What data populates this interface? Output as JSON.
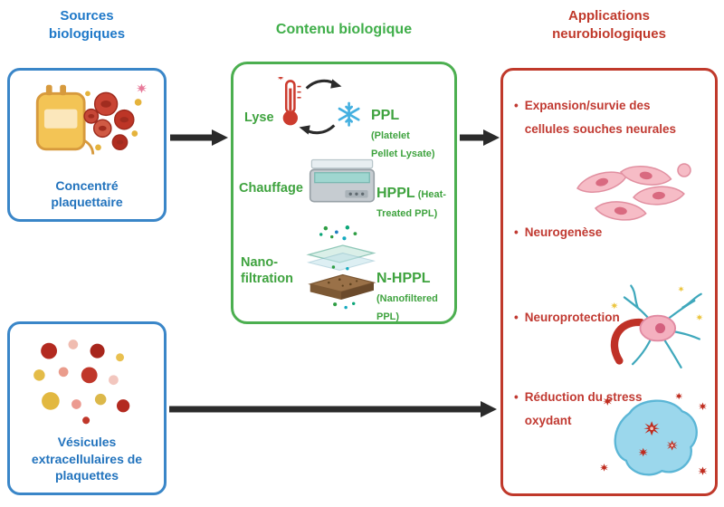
{
  "colors": {
    "blue": "#2273bd",
    "green": "#3fa33f",
    "red": "#c0392b",
    "arrow_black": "#2b2b2b"
  },
  "headers": {
    "sources": "Sources\nbiologiques",
    "content": "Contenu biologique",
    "applications": "Applications\nneurobiologiques"
  },
  "sources": {
    "platelet_concentrate": "Concentré\nplaquettaire",
    "extracellular_vesicles": "Vésicules\nextracellulaires de\nplaquettes"
  },
  "process": {
    "steps": [
      {
        "name": "Lyse",
        "product": "PPL",
        "detail": "\n(Platelet\nPellet Lysate)"
      },
      {
        "name": "Chauffage",
        "product": "HPPL",
        "detail": " (Heat-\nTreated PPL)"
      },
      {
        "name": "Nano-\nfiltration",
        "product": "N-HPPL",
        "detail": "\n(Nanofiltered\nPPL)"
      }
    ]
  },
  "applications": {
    "bullet": "•",
    "items": [
      "Expansion/survie des\ncellules souches neurales",
      "Neurogenèse",
      "Neuroprotection",
      "Réduction du stress\noxydant"
    ]
  }
}
